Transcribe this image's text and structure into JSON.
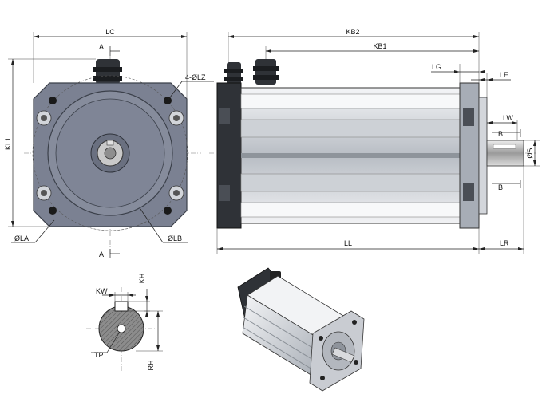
{
  "labels": {
    "lc": "LC",
    "kl1": "KL1",
    "a_top": "A",
    "a_bottom": "A",
    "holes": "4-ØLZ",
    "la": "ØLA",
    "lb": "ØLB",
    "kb2": "KB2",
    "kb1": "KB1",
    "lg": "LG",
    "le": "LE",
    "lw": "LW",
    "b_top": "B",
    "b_bottom": "B",
    "s": "ØS",
    "ll": "LL",
    "lr": "LR",
    "kw": "KW",
    "kh": "KH",
    "tp": "TP",
    "rh": "RH"
  },
  "colors": {
    "flange": "#7b8192",
    "flange_dark": "#4e5565",
    "body_light": "#e9ecef",
    "body_mid": "#b9bec5",
    "endcap": "#2f3237",
    "bolt": "#1a1a1a",
    "shaft_section": "#8c8c8c"
  }
}
